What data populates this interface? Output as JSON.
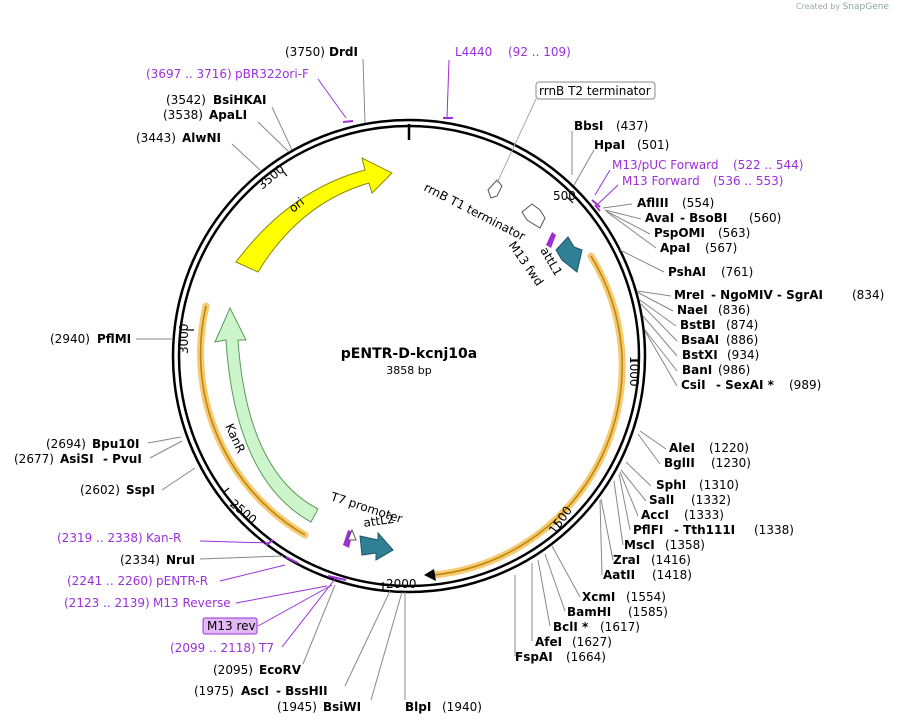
{
  "watermark": {
    "created_by": "Created by",
    "brand": "SnapGene"
  },
  "plasmid": {
    "name": "pENTR-D-kcnj10a",
    "length_label": "3858 bp",
    "length": 3858
  },
  "ticks": [
    {
      "pos": 500,
      "label": "500"
    },
    {
      "pos": 1000,
      "label": "1000"
    },
    {
      "pos": 1500,
      "label": "1500"
    },
    {
      "pos": 2000,
      "label": "2000"
    },
    {
      "pos": 2500,
      "label": "2500"
    },
    {
      "pos": 3000,
      "label": "3000"
    },
    {
      "pos": 3500,
      "label": "3500"
    }
  ],
  "enzymes": [
    {
      "name": "DrdI",
      "pos": "(3750)"
    },
    {
      "name": "BsiHKAI",
      "pos": "(3542)"
    },
    {
      "name": "ApaLI",
      "pos": "(3538)"
    },
    {
      "name": "AlwNI",
      "pos": "(3443)"
    },
    {
      "name": "BbsI",
      "pos": "(437)"
    },
    {
      "name": "HpaI",
      "pos": "(501)"
    },
    {
      "name": "AflIII",
      "pos": "(554)"
    },
    {
      "name": "AvaI",
      "pos": "(560)",
      "suffix": "- BsoBI"
    },
    {
      "name": "PspOMI",
      "pos": "(563)"
    },
    {
      "name": "ApaI",
      "pos": "(567)"
    },
    {
      "name": "PshAI",
      "pos": "(761)"
    },
    {
      "name": "MreI",
      "pos": "(834)",
      "suffix": "- NgoMIV - SgrAI"
    },
    {
      "name": "NaeI",
      "pos": "(836)"
    },
    {
      "name": "BstBI",
      "pos": "(874)"
    },
    {
      "name": "BsaAI",
      "pos": "(886)"
    },
    {
      "name": "BstXI",
      "pos": "(934)"
    },
    {
      "name": "BanI",
      "pos": "(986)"
    },
    {
      "name": "CsiI",
      "pos": "(989)",
      "suffix": "- SexAI *"
    },
    {
      "name": "AleI",
      "pos": "(1220)"
    },
    {
      "name": "BglII",
      "pos": "(1230)"
    },
    {
      "name": "SphI",
      "pos": "(1310)"
    },
    {
      "name": "SalI",
      "pos": "(1332)"
    },
    {
      "name": "AccI",
      "pos": "(1333)"
    },
    {
      "name": "PflFI",
      "pos": "(1338)",
      "suffix": "- Tth111I"
    },
    {
      "name": "MscI",
      "pos": "(1358)"
    },
    {
      "name": "ZraI",
      "pos": "(1416)"
    },
    {
      "name": "AatII",
      "pos": "(1418)"
    },
    {
      "name": "XcmI",
      "pos": "(1554)"
    },
    {
      "name": "BamHI",
      "pos": "(1585)"
    },
    {
      "name": "BclI *",
      "pos": "(1617)"
    },
    {
      "name": "AfeI",
      "pos": "(1627)"
    },
    {
      "name": "FspAI",
      "pos": "(1664)"
    },
    {
      "name": "BlpI",
      "pos": "(1940)"
    },
    {
      "name": "BsiWI",
      "pos": "(1945)"
    },
    {
      "name": "AscI",
      "pos": "(1975)",
      "suffix": "- BssHII"
    },
    {
      "name": "EcoRV",
      "pos": "(2095)"
    },
    {
      "name": "NruI",
      "pos": "(2334)"
    },
    {
      "name": "SspI",
      "pos": "(2602)"
    },
    {
      "name": "AsiSI",
      "pos": "(2677)",
      "suffix": "- PvuI"
    },
    {
      "name": "Bpu10I",
      "pos": "(2694)"
    },
    {
      "name": "PflMI",
      "pos": "(2940)"
    }
  ],
  "primers": [
    {
      "name": "L4440",
      "range": "(92 .. 109)"
    },
    {
      "name": "pBR322ori-F",
      "range": "(3697 .. 3716)"
    },
    {
      "name": "M13/pUC Forward",
      "range": "(522 .. 544)"
    },
    {
      "name": "M13 Forward",
      "range": "(536 .. 553)"
    },
    {
      "name": "Kan-R",
      "range": "(2319 .. 2338)"
    },
    {
      "name": "pENTR-R",
      "range": "(2241 .. 2260)"
    },
    {
      "name": "M13 Reverse",
      "range": "(2123 .. 2139)"
    },
    {
      "name": "M13 rev",
      "range": ""
    },
    {
      "name": "T7",
      "range": "(2099 .. 2118)"
    }
  ],
  "features": {
    "rrnB_T2": "rrnB T2 terminator",
    "rrnB_T1": "rrnB T1 terminator",
    "m13_fwd": "M13 fwd",
    "attL1": "attL1",
    "ori": "ori",
    "kanR": "KanR",
    "t7_promoter": "T7 promoter",
    "attL2": "attL2"
  },
  "colors": {
    "ori": "#ffff00",
    "kanR": "#ccf5cc",
    "attL": "#2f7f95",
    "orf_highlight": "#f7c970",
    "primer": "#9b30d9",
    "primer_box": "#e2b8f5"
  }
}
